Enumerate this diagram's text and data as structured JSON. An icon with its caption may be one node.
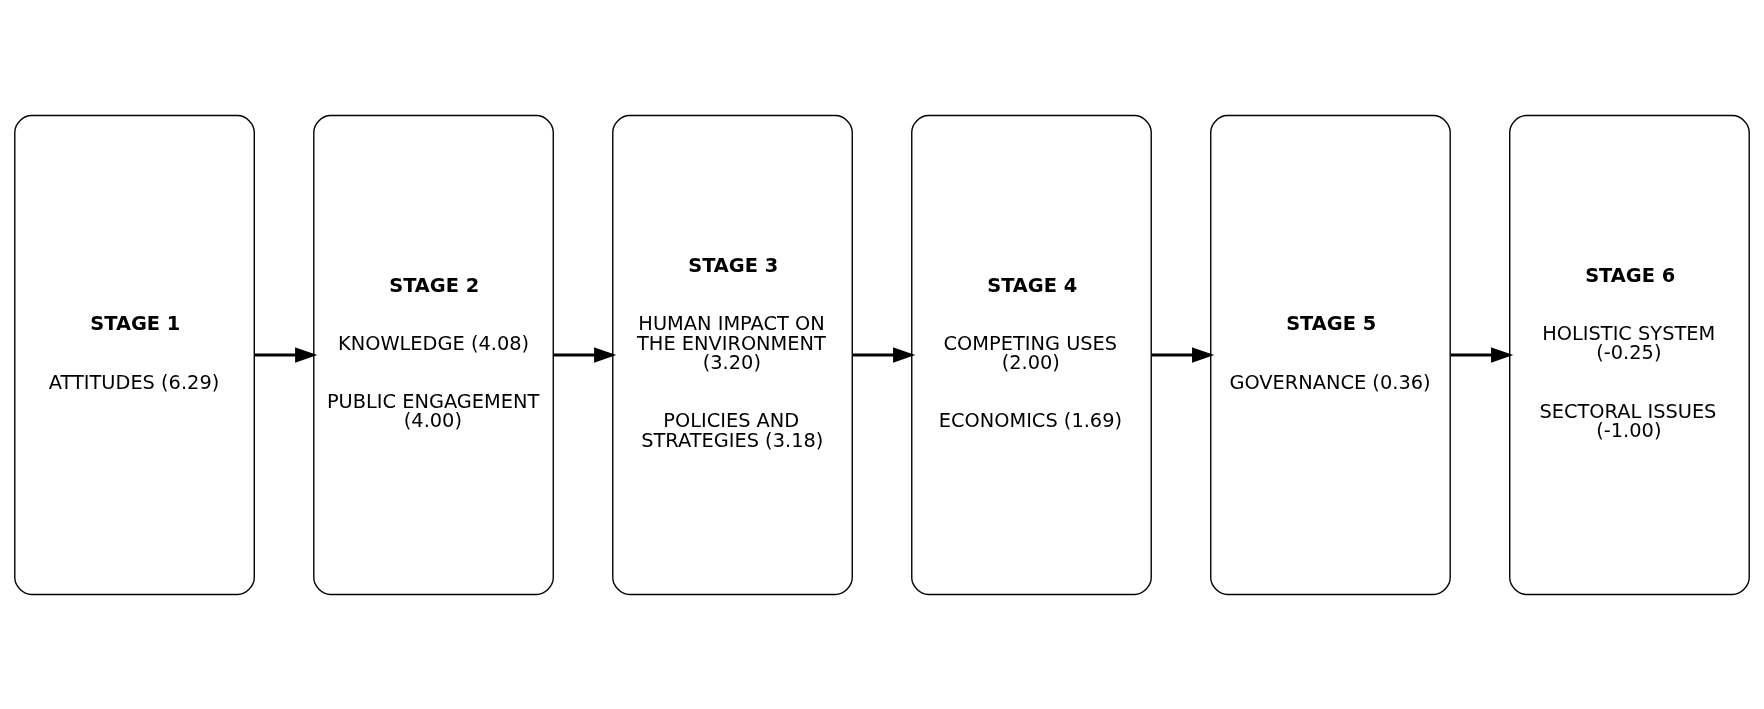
{
  "diagram": {
    "nodes": [
      {
        "text": [
          "STAGE 1",
          "ATTITUDES (6.29)"
        ]
      },
      {
        "text": [
          "STAGE 2",
          "KNOWLEDGE (4.08)",
          "PUBLIC ENGAGEMENT (4.00)"
        ]
      },
      {
        "text": [
          "STAGE 3",
          "HUMAN IMPACT ON THE ENVIRONMENT (3.20)",
          "POLICIES AND STRATEGIES (3.18)"
        ]
      },
      {
        "text": [
          "STAGE 4",
          "COMPETING USES (2.00)",
          "ECONOMICS (1.69)"
        ]
      },
      {
        "text": [
          "STAGE 5",
          "GOVERNANCE (0.36)"
        ]
      },
      {
        "text": [
          "STAGE 6",
          "HOLISTIC SYSTEM (-0.25)",
          "SECTORAL ISSUES (-1.00)"
        ]
      }
    ],
    "edges": [
      {
        "from": 0,
        "to": 1,
        "arrow": "to"
      },
      {
        "from": 1,
        "to": 2,
        "arrow": "to"
      },
      {
        "from": 2,
        "to": 3,
        "arrow": "to"
      },
      {
        "from": 3,
        "to": 4,
        "arrow": "to"
      },
      {
        "from": 4,
        "to": 5,
        "arrow": "to"
      }
    ]
  }
}
